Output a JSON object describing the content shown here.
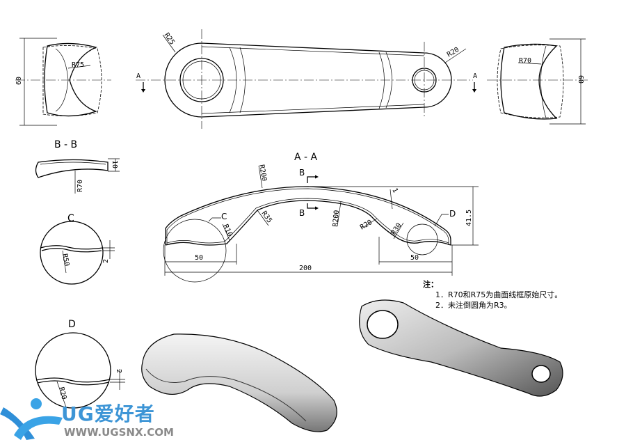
{
  "views": {
    "left_side": {
      "dim_height": "60",
      "radius": "R75"
    },
    "top": {
      "radius_left": "R25",
      "radius_right": "R20",
      "section_mark_left": "A",
      "section_mark_right": "A"
    },
    "right_side": {
      "radius": "R70",
      "dim_height": "60"
    },
    "section_bb": {
      "title": "B - B",
      "dim_thickness": "10",
      "radius": "R70"
    },
    "detail_c": {
      "title": "C",
      "radius": "R50",
      "dim": "2"
    },
    "detail_d": {
      "title": "D",
      "dim": "2",
      "radius": "R20"
    },
    "section_aa": {
      "title": "A - A",
      "outer_radius": "R200",
      "section_b_top": "B",
      "section_b_bottom": "B",
      "inner_radius": "R200",
      "r35": "R35",
      "r10": "R10",
      "detail_c_label": "C",
      "r20": "R20",
      "r30": "R30",
      "detail_d_label": "D",
      "thickness": "1",
      "height": "41.5",
      "left_width": "50",
      "right_width": "50",
      "total_length": "200"
    }
  },
  "notes": {
    "heading": "注：",
    "items": [
      "1．R70和R75为曲面线框原始尺寸。",
      "2．未注倒圆角为R3。"
    ]
  },
  "logo": {
    "brand": "UG爱好者",
    "url": "WWW.UGSNX.COM"
  },
  "colors": {
    "logo_blue": "#3d95d6",
    "logo_gray": "#8a8a8a"
  }
}
